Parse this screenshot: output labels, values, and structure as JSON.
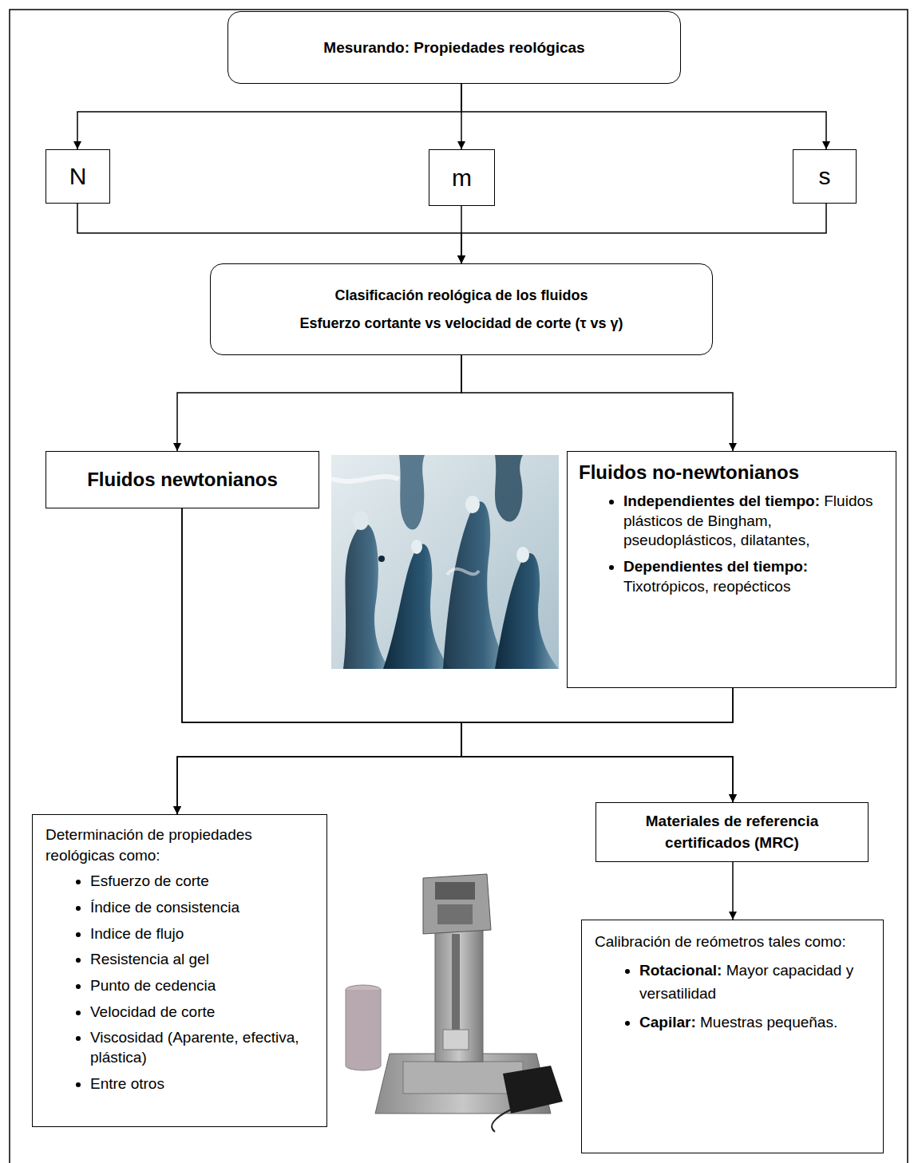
{
  "diagram": {
    "nodes": [
      {
        "text": [
          "Mesurando: Propiedades reológicas"
        ]
      },
      {
        "text": [
          "N"
        ]
      },
      {
        "text": [
          "m"
        ]
      },
      {
        "text": [
          "s"
        ]
      },
      {
        "text": [
          "Clasificación reológica de los fluidos",
          "Esfuerzo cortante vs velocidad de corte (τ vs γ)"
        ]
      },
      {
        "text": [
          "Fluidos newtonianos"
        ]
      },
      {
        "text": [
          "Fluidos no-newtonianos",
          "Independientes del tiempo:",
          "Fluidos plásticos de Bingham, pseudoplásticos, dilatantes,",
          "Dependientes del tiempo:",
          "Tixotrópicos, reopécticos"
        ]
      },
      {
        "text": [
          "Determinación de propiedades reológicas como:",
          "Esfuerzo de corte",
          "Índice de consistencia",
          "Indice de flujo",
          "Resistencia al gel",
          "Punto de cedencia",
          "Velocidad de corte",
          "Viscosidad (Aparente, efectiva, plástica)",
          "Entre otros"
        ]
      },
      {
        "text": [
          "Materiales de referencia certificados (MRC)"
        ]
      },
      {
        "text": [
          "Calibración de reómetros tales como:",
          "Rotacional:",
          "Mayor capacidad y versatilidad",
          "Capilar:",
          "Muestras pequeñas."
        ]
      }
    ],
    "edges": [
      {
        "from": 0,
        "to": 1,
        "arrow": "to"
      },
      {
        "from": 0,
        "to": 2,
        "arrow": "to"
      },
      {
        "from": 0,
        "to": 3,
        "arrow": "to"
      },
      {
        "from": 1,
        "to": 4,
        "arrow": "to"
      },
      {
        "from": 2,
        "to": 4,
        "arrow": "to"
      },
      {
        "from": 3,
        "to": 4,
        "arrow": "to"
      },
      {
        "from": 4,
        "to": 5,
        "arrow": "to"
      },
      {
        "from": 4,
        "to": 6,
        "arrow": "to"
      },
      {
        "from": 5,
        "to": 7,
        "arrow": "to"
      },
      {
        "from": 5,
        "to": 8,
        "arrow": "to"
      },
      {
        "from": 6,
        "to": 7,
        "arrow": "to"
      },
      {
        "from": 6,
        "to": 8,
        "arrow": "to"
      },
      {
        "from": 8,
        "to": 9,
        "arrow": "to"
      }
    ]
  }
}
